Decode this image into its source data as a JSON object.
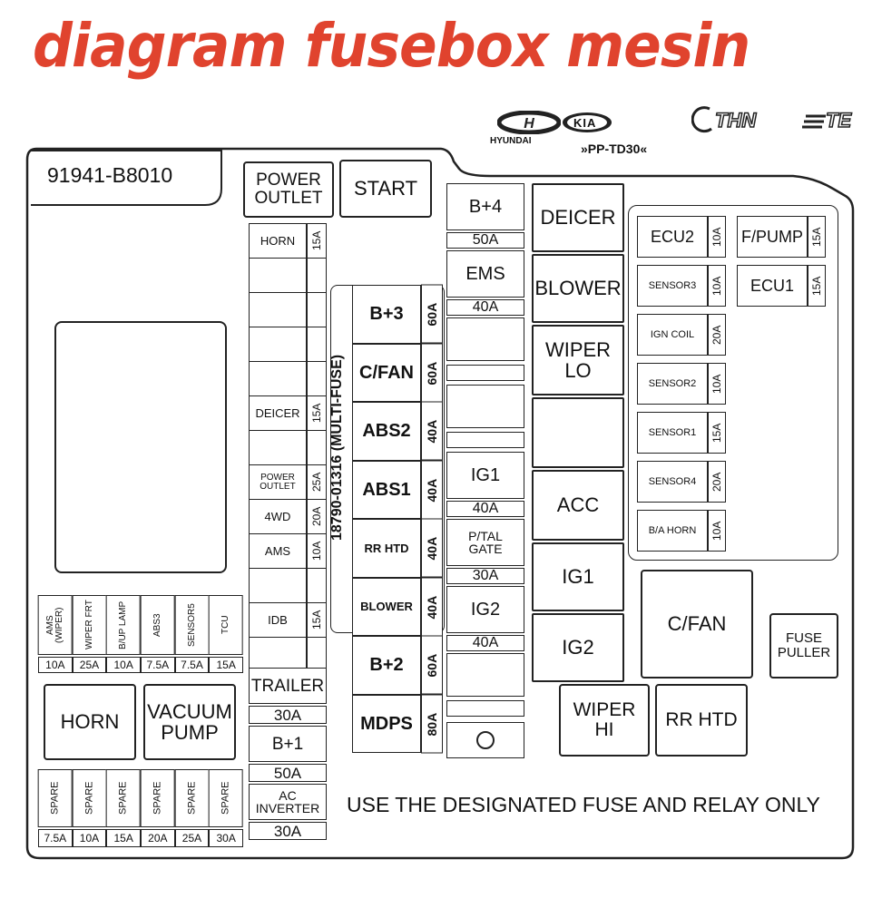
{
  "title": "diagram fusebox mesin",
  "logos": {
    "hyundai": "HYUNDAI",
    "kia": "KIA",
    "part_code": "»PP-TD30«",
    "thn": "THN",
    "te": "TE"
  },
  "box_part_number": "91941-B8010",
  "top_relays": {
    "power_outlet": "POWER OUTLET",
    "start": "START"
  },
  "left_fuse_column": [
    {
      "label": "HORN",
      "amp": "15A"
    },
    {
      "label": "",
      "amp": ""
    },
    {
      "label": "",
      "amp": ""
    },
    {
      "label": "",
      "amp": ""
    },
    {
      "label": "",
      "amp": ""
    },
    {
      "label": "DEICER",
      "amp": "15A"
    },
    {
      "label": "",
      "amp": ""
    },
    {
      "label": "POWER OUTLET",
      "amp": "25A"
    },
    {
      "label": "4WD",
      "amp": "20A"
    },
    {
      "label": "AMS",
      "amp": "10A"
    },
    {
      "label": "",
      "amp": ""
    },
    {
      "label": "IDB",
      "amp": "15A"
    },
    {
      "label": "",
      "amp": ""
    }
  ],
  "small_fuses": [
    {
      "label": "AMS (WIPER)",
      "amp": "10A"
    },
    {
      "label": "WIPER FRT",
      "amp": "25A"
    },
    {
      "label": "B/UP LAMP",
      "amp": "10A"
    },
    {
      "label": "ABS3",
      "amp": "7.5A"
    },
    {
      "label": "SENSOR5",
      "amp": "7.5A"
    },
    {
      "label": "TCU",
      "amp": "15A"
    }
  ],
  "relays_left": {
    "horn": "HORN",
    "vacuum_pump": "VACUUM PUMP"
  },
  "spare_fuses": [
    {
      "label": "SPARE",
      "amp": "7.5A"
    },
    {
      "label": "SPARE",
      "amp": "10A"
    },
    {
      "label": "SPARE",
      "amp": "15A"
    },
    {
      "label": "SPARE",
      "amp": "20A"
    },
    {
      "label": "SPARE",
      "amp": "25A"
    },
    {
      "label": "SPARE",
      "amp": "30A"
    }
  ],
  "lower_center_fuses": [
    {
      "label": "TRAILER",
      "amp": "30A"
    },
    {
      "label": "B+1",
      "amp": "50A"
    },
    {
      "label": "AC INVERTER",
      "amp": "30A"
    }
  ],
  "multi_fuse": {
    "part_label": "18790-01316 (MULTI-FUSE)",
    "items": [
      {
        "label": "B+3",
        "amp": "60A"
      },
      {
        "label": "C/FAN",
        "amp": "60A"
      },
      {
        "label": "ABS2",
        "amp": "40A"
      },
      {
        "label": "ABS1",
        "amp": "40A"
      },
      {
        "label": "RR HTD",
        "amp": "40A"
      },
      {
        "label": "BLOWER",
        "amp": "40A"
      },
      {
        "label": "B+2",
        "amp": "60A"
      },
      {
        "label": "MDPS",
        "amp": "80A"
      }
    ]
  },
  "center_fuses": [
    {
      "label": "B+4",
      "amp": "50A"
    },
    {
      "label": "EMS",
      "amp": "40A"
    },
    {
      "label": "IG1",
      "amp": "40A"
    },
    {
      "label": "P/TAL GATE",
      "amp": "30A"
    },
    {
      "label": "IG2",
      "amp": "40A"
    }
  ],
  "relays_mid": [
    "DEICER",
    "BLOWER",
    "WIPER LO",
    "",
    "ACC",
    "IG1",
    "IG2"
  ],
  "right_fuse_block": [
    {
      "label": "ECU2",
      "amp": "10A"
    },
    {
      "label": "F/PUMP",
      "amp": "15A"
    },
    {
      "label": "SENSOR3",
      "amp": "10A"
    },
    {
      "label": "ECU1",
      "amp": "15A"
    },
    {
      "label": "IGN COIL",
      "amp": "20A"
    },
    {
      "label": "SENSOR2",
      "amp": "10A"
    },
    {
      "label": "SENSOR1",
      "amp": "15A"
    },
    {
      "label": "SENSOR4",
      "amp": "20A"
    },
    {
      "label": "B/A HORN",
      "amp": "10A"
    }
  ],
  "relays_right": {
    "c_fan": "C/FAN",
    "fuse_puller": "FUSE PULLER",
    "wiper_hi": "WIPER HI",
    "rr_htd": "RR HTD"
  },
  "note": "USE THE DESIGNATED FUSE AND RELAY ONLY",
  "colors": {
    "title": "#e0432e",
    "line": "#222222",
    "background": "#ffffff"
  }
}
